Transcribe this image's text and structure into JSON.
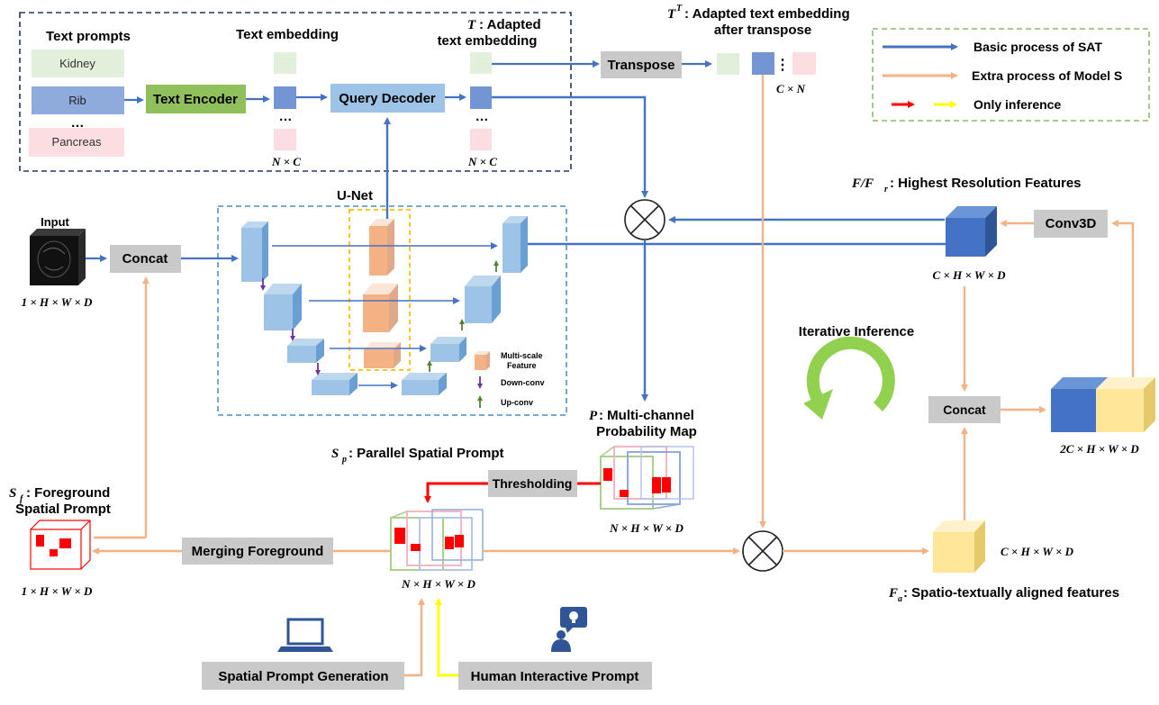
{
  "text_box": {
    "prompts_header": "Text prompts",
    "prompts": [
      "Kidney",
      "Rib",
      "…",
      "Pancreas"
    ],
    "embedding_header": "Text embedding",
    "encoder": "Text Encoder",
    "decoder": "Query Decoder",
    "t_var": "T",
    "adapted_1": ": Adapted",
    "adapted_2": "text embedding",
    "dims_left": "N × C",
    "dims_right": "N × C",
    "ellipsis": "…"
  },
  "transpose": {
    "tt_var": "T",
    "tt_sup": "T",
    "title_1": ": Adapted text embedding",
    "title_2": "after transpose",
    "button": "Transpose",
    "dims": "C × N",
    "vdots": "⋮"
  },
  "legend": {
    "items": [
      {
        "label": "Basic process of SAT",
        "color": "#4472c4"
      },
      {
        "label": "Extra process of Model S",
        "color": "#f4b183"
      },
      {
        "label": "Only inference",
        "color": "#ff0000",
        "color2": "#ffff00"
      }
    ]
  },
  "unet": {
    "title": "U-Net",
    "legend_multiscale_1": "Multi-scale",
    "legend_multiscale_2": "Feature",
    "legend_down": "Down-conv",
    "legend_up": "Up-conv"
  },
  "input": {
    "label": "Input",
    "dims": "1 × H × W × D",
    "concat": "Concat"
  },
  "features": {
    "title_var": "F/F",
    "title_sub": "r",
    "title_rest": " : Highest Resolution Features",
    "conv": "Conv3D",
    "dims": "C × H × W × D",
    "concat": "Concat",
    "dims_2c": "2C × H × W × D",
    "iterative": "Iterative Inference"
  },
  "prob_map": {
    "var": "P",
    "title_1": " : Multi-channel",
    "title_2": "Probability Map",
    "dims": "N × H × W × D",
    "threshold": "Thresholding"
  },
  "spatial": {
    "sp_var": "S",
    "sp_sub": "p",
    "sp_title": " : Parallel Spatial Prompt",
    "sp_dims": "N × H × W × D",
    "sf_var": "S",
    "sf_sub": "f",
    "sf_title_1": " : Foreground",
    "sf_title_2": "Spatial Prompt",
    "sf_dims": "1 × H × W × D",
    "merging": "Merging Foreground",
    "gen": "Spatial Prompt Generation",
    "human": "Human Interactive Prompt"
  },
  "aligned": {
    "var": "F",
    "sub": "a",
    "title": " : Spatio-textually aligned features",
    "dims": "C × H × W × D"
  }
}
